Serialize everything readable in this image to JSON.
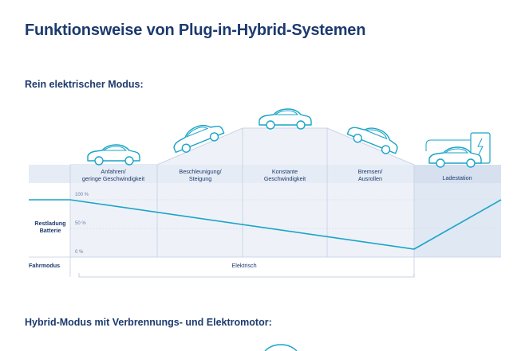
{
  "title": "Funktionsweise von Plug-in-Hybrid-Systemen",
  "section1": {
    "heading": "Rein elektrischer Modus:",
    "phases": [
      {
        "line1": "Anfahren/",
        "line2": "geringe Geschwindigkeit"
      },
      {
        "line1": "Beschleunigung/",
        "line2": "Steigung"
      },
      {
        "line1": "Konstante",
        "line2": "Geschwindigkeit"
      },
      {
        "line1": "Bremsen/",
        "line2": "Ausrollen"
      },
      {
        "line1": "Ladestation",
        "line2": ""
      }
    ],
    "battery_label_line1": "Restladung",
    "battery_label_line2": "Batterie",
    "ticks": [
      "100 %",
      "50 %",
      "0 %"
    ],
    "drive_mode_label": "Fahrmodus",
    "drive_mode_value": "Elektrisch",
    "colors": {
      "line": "#1aa4c8",
      "header_band": "#e9eef6",
      "charge_band": "#e3eaf5",
      "icon": "#1aa4c8",
      "text": "#1c3a6e"
    }
  },
  "section2": {
    "heading": "Hybrid-Modus mit Verbrennungs- und Elektromotor:"
  }
}
